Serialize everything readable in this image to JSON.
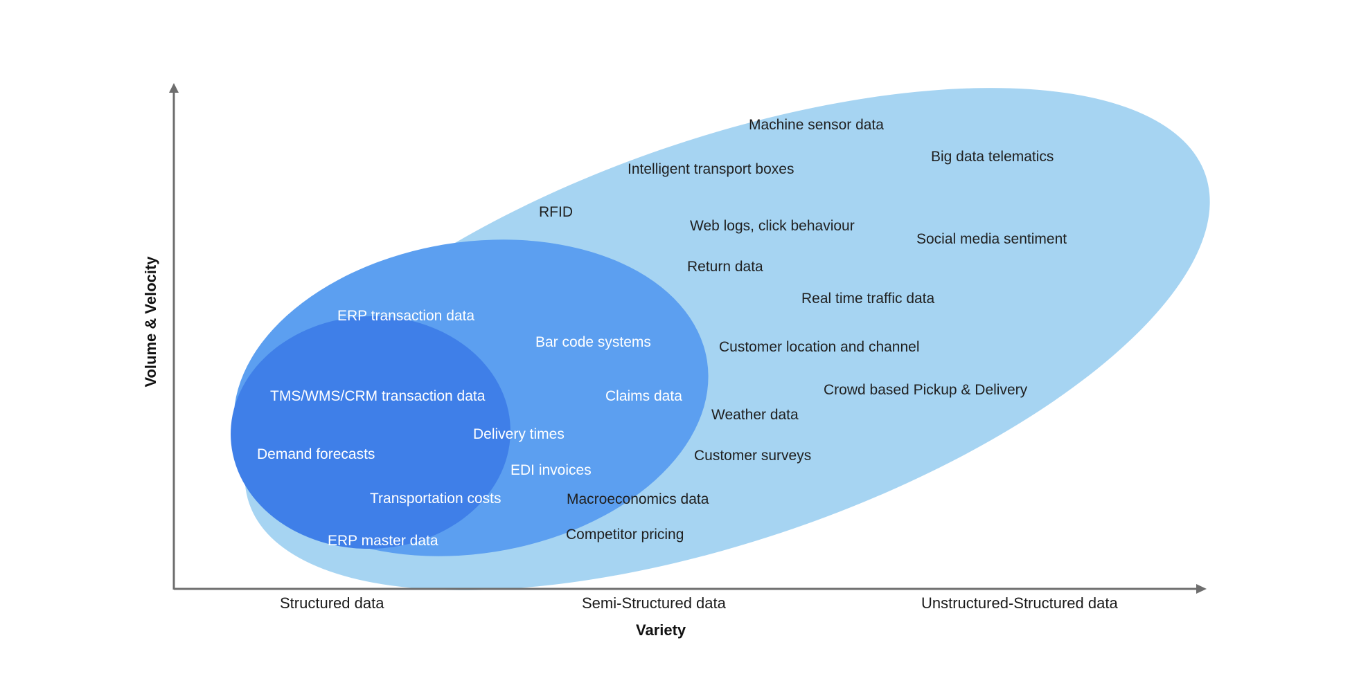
{
  "colors": {
    "outer_ellipse": "#a6d4f2",
    "middle_ellipse": "#5c9ff0",
    "inner_ellipse": "#3f7fe8",
    "axis": "#6e6e6e",
    "dark_text": "#1f1f1f",
    "light_text": "#ffffff"
  },
  "axes": {
    "y_title": "Volume & Velocity",
    "x_title": "Variety",
    "x_categories": [
      "Structured data",
      "Semi-Structured data",
      "Unstructured-Structured data"
    ]
  },
  "outer_items": [
    "Machine sensor data",
    "Big data telematics",
    "Intelligent transport boxes",
    "RFID",
    "Web logs, click behaviour",
    "Social media sentiment",
    "Return data",
    "Real time traffic data",
    "Customer location and channel",
    "Crowd based Pickup & Delivery",
    "Weather data",
    "Customer surveys",
    "Macroeconomics data",
    "Competitor pricing"
  ],
  "middle_items": [
    "ERP transaction data",
    "Bar code systems",
    "Claims data",
    "Delivery times",
    "EDI invoices"
  ],
  "inner_items": [
    "TMS/WMS/CRM transaction data",
    "Demand forecasts",
    "Transportation costs",
    "ERP master data"
  ]
}
